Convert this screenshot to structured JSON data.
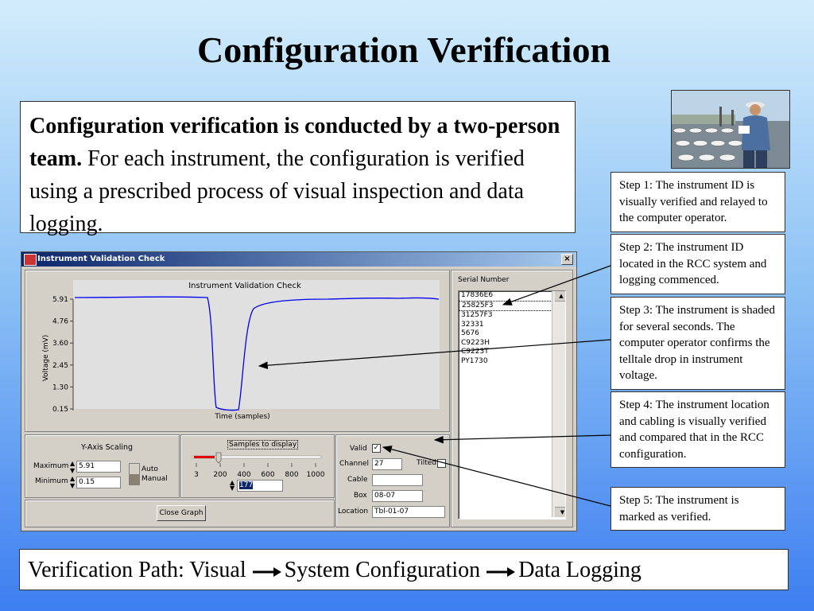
{
  "slide": {
    "title": "Configuration Verification",
    "intro_bold": "Configuration verification is conducted by a two-person team.",
    "intro_text": " For each instrument, the configuration is verified using a prescribed process of visual inspection and data logging."
  },
  "steps": [
    "Step 1: The instrument ID is visually verified and relayed to the computer operator.",
    "Step 2: The instrument ID located in the RCC system and logging commenced.",
    "Step 3: The instrument is shaded for several seconds. The computer operator confirms the telltale drop in instrument voltage.",
    "Step 4: The instrument location and cabling is visually verified and compared that in the RCC configuration.",
    "Step 5: The instrument is marked as verified."
  ],
  "path": {
    "prefix": "Verification Path: Visual",
    "step2": "System Configuration",
    "step3": "Data Logging"
  },
  "window": {
    "title": "Instrument Validation Check",
    "close": "×"
  },
  "graph": {
    "title": "Instrument Validation Check",
    "ylabel": "Voltage (mV)",
    "xlabel": "Time (samples)",
    "yticks": [
      "5.91",
      "4.76",
      "3.60",
      "2.45",
      "1.30",
      "0.15"
    ]
  },
  "yaxis": {
    "title": "Y-Axis Scaling",
    "max_label": "Maximum",
    "max_value": "5.91",
    "min_label": "Minimum",
    "min_value": "0.15",
    "auto": "Auto",
    "manual": "Manual"
  },
  "samples": {
    "title": "Samples to display",
    "ticks": [
      "3",
      "200",
      "400",
      "600",
      "800",
      "1000"
    ],
    "value": "177"
  },
  "close_button": "Close Graph",
  "details": {
    "valid_label": "Valid",
    "valid_mark": "✓",
    "channel_label": "Channel",
    "channel_value": "27",
    "tilted_label": "Tilted",
    "cable_label": "Cable",
    "cable_value": "",
    "box_label": "Box",
    "box_value": "08-07",
    "location_label": "Location",
    "location_value": "Tbl-01-07"
  },
  "serial": {
    "label": "Serial Number",
    "items": [
      "17836E6",
      "25825F3",
      "31257F3",
      "32331",
      "5676",
      "C9223H",
      "C9223T",
      "PY1730"
    ]
  }
}
